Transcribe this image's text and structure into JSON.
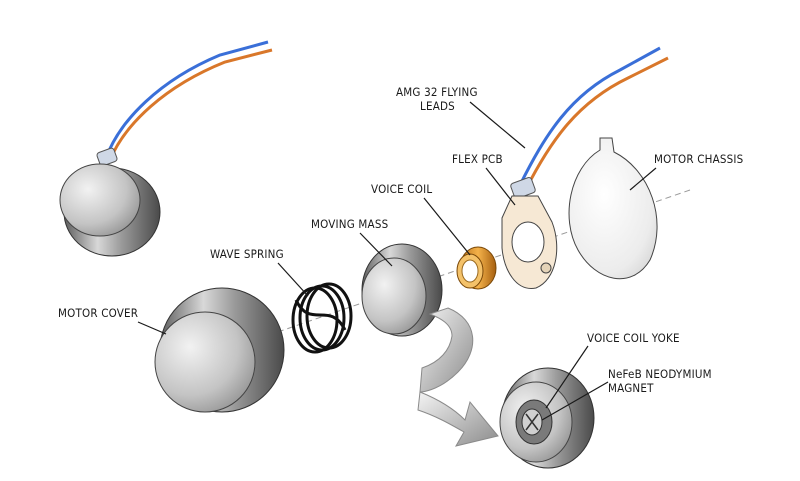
{
  "diagram": {
    "labels": {
      "flying_leads_line1": "AMG 32 FLYING",
      "flying_leads_line2": "LEADS",
      "flex_pcb": "FLEX PCB",
      "motor_chassis": "MOTOR CHASSIS",
      "voice_coil": "VOICE COIL",
      "moving_mass": "MOVING MASS",
      "wave_spring": "WAVE SPRING",
      "motor_cover": "MOTOR COVER",
      "voice_coil_yoke": "VOICE COIL YOKE",
      "magnet_line1": "NeFeB NEODYMIUM",
      "magnet_line2": "MAGNET"
    },
    "colors": {
      "metal_dark": "#6e6e6e",
      "metal_light": "#e6e6e6",
      "wire_blue": "#3a6fd8",
      "wire_orange": "#d9772a",
      "coil_gold": "#e8a23a",
      "arrow_gray": "#9a9a9a"
    }
  }
}
